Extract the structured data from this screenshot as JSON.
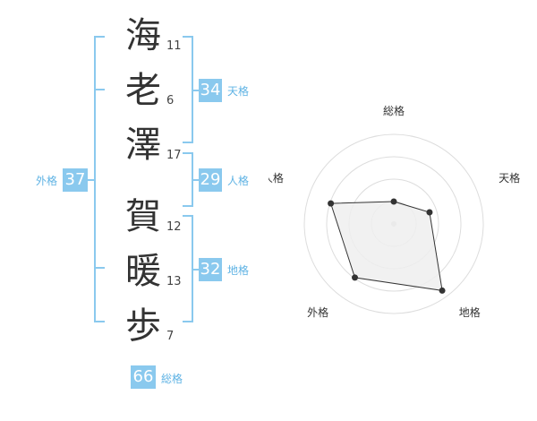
{
  "name": {
    "characters": [
      {
        "char": "海",
        "strokes": "11"
      },
      {
        "char": "老",
        "strokes": "6"
      },
      {
        "char": "澤",
        "strokes": "17"
      },
      {
        "char": "賀",
        "strokes": "12"
      },
      {
        "char": "暖",
        "strokes": "13"
      },
      {
        "char": "歩",
        "strokes": "7"
      }
    ]
  },
  "kaku": {
    "tenkaku": {
      "value": "34",
      "label": "天格"
    },
    "jinkaku": {
      "value": "29",
      "label": "人格"
    },
    "chikaku": {
      "value": "32",
      "label": "地格"
    },
    "gaikaku": {
      "value": "37",
      "label": "外格"
    },
    "soukaku": {
      "value": "66",
      "label": "総格"
    }
  },
  "colors": {
    "accent": "#8ac9ee",
    "accent_text": "#5fb3e4",
    "bracket": "#8ac9ee",
    "radar_grid": "#dddddd",
    "radar_fill": "#eeeeee",
    "radar_stroke": "#333333"
  },
  "chart_data": {
    "type": "radar",
    "axes": [
      "総格",
      "天格",
      "地格",
      "外格",
      "人格"
    ],
    "values": [
      0.25,
      0.42,
      0.92,
      0.74,
      0.74
    ],
    "range": [
      0,
      1
    ],
    "rings": 4,
    "grid": true
  }
}
